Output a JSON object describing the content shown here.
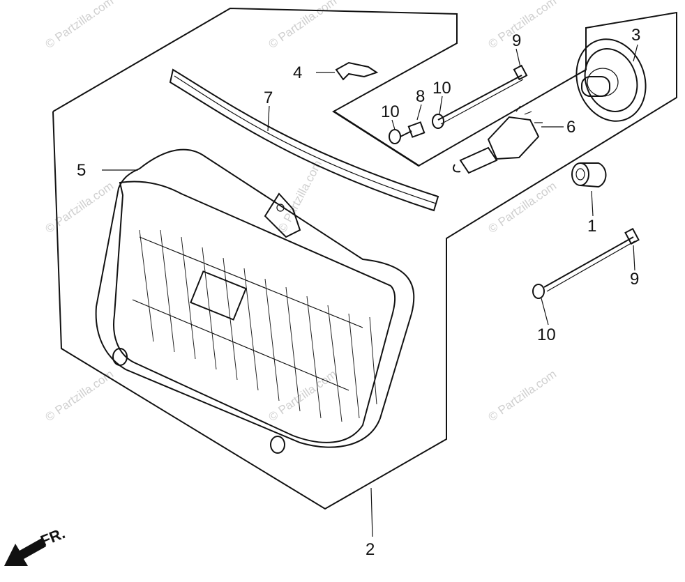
{
  "watermark": "© Partzilla.com",
  "direction_label": "FR.",
  "callouts": {
    "c1": "1",
    "c2": "2",
    "c3": "3",
    "c4": "4",
    "c5": "5",
    "c6": "6",
    "c7": "7",
    "c8": "8",
    "c9a": "9",
    "c9b": "9",
    "c10a": "10",
    "c10b": "10",
    "c10c": "10"
  }
}
